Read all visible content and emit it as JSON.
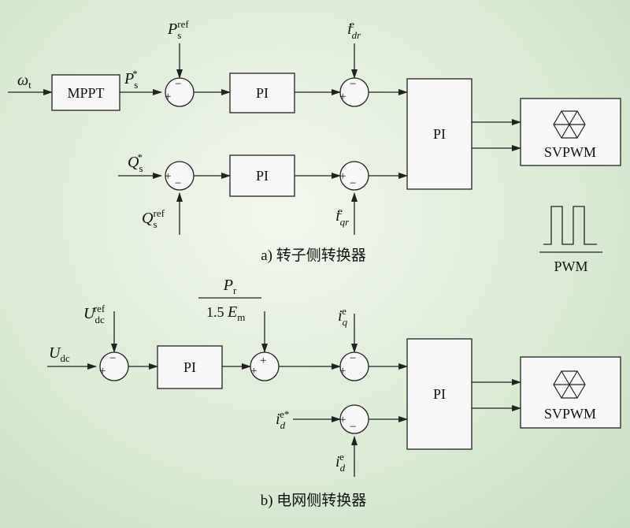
{
  "diagram": {
    "rotor": {
      "caption": "a) 转子侧转换器",
      "inputs": {
        "omega": "ω",
        "omega_sub": "t",
        "ps_ref": "P",
        "ps_ref_sub": "s",
        "ps_ref_sup": "ref",
        "ps_star": "P",
        "ps_star_sub": "s",
        "ps_star_sup": "*",
        "idr": "i",
        "idr_sub": "dr",
        "idr_sup": "e",
        "qs_star": "Q",
        "qs_star_sub": "s",
        "qs_star_sup": "*",
        "qs_ref": "Q",
        "qs_ref_sub": "s",
        "qs_ref_sup": "ref",
        "iqr": "i",
        "iqr_sub": "qr",
        "iqr_sup": "e"
      },
      "blocks": {
        "mppt": "MPPT",
        "pi1": "PI",
        "pi2": "PI",
        "pi_big": "PI",
        "svpwm": "SVPWM"
      }
    },
    "pwm_legend": "PWM",
    "grid": {
      "caption": "b) 电网侧转换器",
      "inputs": {
        "udc": "U",
        "udc_sub": "dc",
        "udc_ref": "U",
        "udc_ref_sub": "dc",
        "udc_ref_sup": "ref",
        "frac_num": "P",
        "frac_num_sub": "r",
        "frac_den": "1.5 ",
        "frac_den_var": "E",
        "frac_den_sub": "m",
        "iq": "i",
        "iq_sub": "q",
        "iq_sup": "e",
        "id_star": "i",
        "id_star_sub": "d",
        "id_star_sup": "e*",
        "id": "i",
        "id_sub": "d",
        "id_sup": "e"
      },
      "blocks": {
        "pi1": "PI",
        "pi_big": "PI",
        "svpwm": "SVPWM"
      }
    },
    "signs": {
      "plus": "+",
      "minus": "−"
    }
  }
}
